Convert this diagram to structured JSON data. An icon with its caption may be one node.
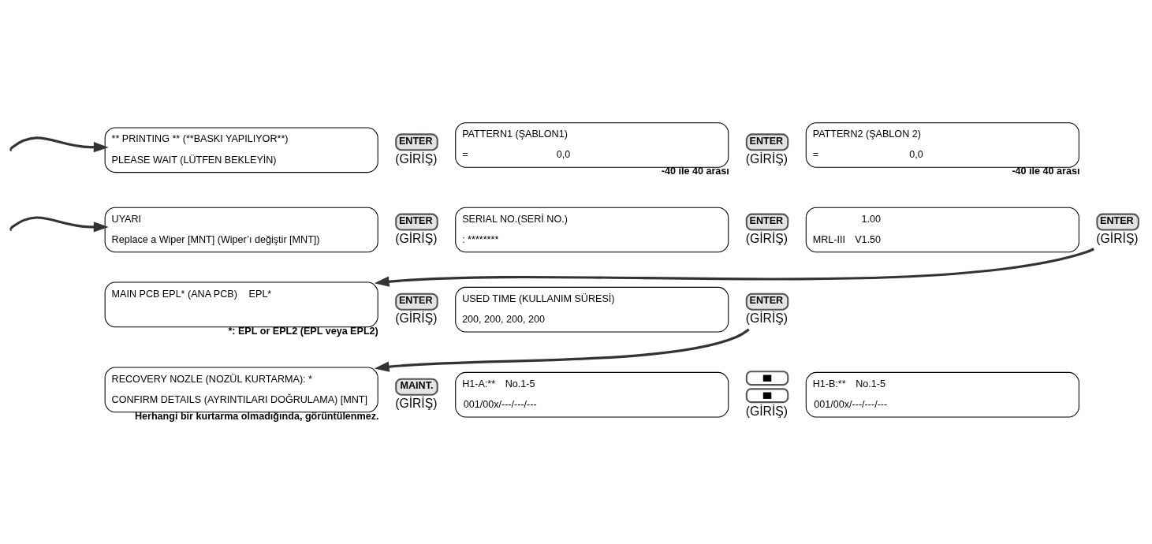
{
  "diagram": {
    "nodes": [
      {
        "text": [
          "** PRINTING ** (**BASKI YAPILIYOR**)",
          "PLEASE WAIT (LÜTFEN BEKLEYİN)"
        ]
      },
      {
        "text": [
          "ENTER",
          "(GİRİŞ)"
        ]
      },
      {
        "text": [
          "PATTERN1 (ŞABLON1)",
          "=",
          "0,0"
        ],
        "beside": [
          "-40 ile 40 arası"
        ]
      },
      {
        "text": [
          "ENTER",
          "(GİRİŞ)"
        ]
      },
      {
        "text": [
          "PATTERN2 (ŞABLON 2)",
          "=",
          "0,0"
        ],
        "beside": [
          "-40 ile 40 arası"
        ]
      },
      {
        "text": [
          "UYARI",
          "Replace a Wiper [MNT] (Wiper’ı değiştir [MNT])"
        ]
      },
      {
        "text": [
          "ENTER",
          "(GİRİŞ)"
        ]
      },
      {
        "text": [
          "SERIAL NO.(SERİ NO.)",
          ": ********"
        ]
      },
      {
        "text": [
          "ENTER",
          "(GİRİŞ)"
        ]
      },
      {
        "text": [
          "1.00",
          "MRL-III",
          "V1.50"
        ]
      },
      {
        "text": [
          "ENTER",
          "(GİRİŞ)"
        ]
      },
      {
        "text": [
          "MAIN PCB EPL* (ANA PCB)",
          "EPL*"
        ],
        "beside": [
          "*: EPL or EPL2 (EPL veya EPL2)"
        ]
      },
      {
        "text": [
          "ENTER",
          "(GİRİŞ)"
        ]
      },
      {
        "text": [
          "USED TIME (KULLANIM SÜRESİ)",
          "200, 200, 200, 200"
        ]
      },
      {
        "text": [
          "ENTER",
          "(GİRİŞ)"
        ]
      },
      {
        "text": [
          "RECOVERY NOZLE (NOZÜL KURTARMA): *",
          "CONFIRM DETAILS (AYRINTILARI DOĞRULAMA) [MNT]"
        ],
        "beside": [
          "Herhangi bir kurtarma olmadığında, görüntülenmez."
        ]
      },
      {
        "text": [
          "MAINT.",
          "(GİRİŞ)"
        ]
      },
      {
        "text": [
          "H1-A:**",
          "No.1-5",
          "001/00x/---/---/---"
        ]
      },
      {
        "text": [
          "(GİRİŞ)"
        ]
      },
      {
        "text": [
          "H1-B:**",
          "No.1-5",
          "001/00x/---/---/---"
        ]
      }
    ],
    "edges": [
      {
        "from": null,
        "to": 0,
        "arrow": "to"
      },
      {
        "from": null,
        "to": 5,
        "arrow": "to"
      },
      {
        "from": 10,
        "to": 11,
        "arrow": "to"
      },
      {
        "from": 14,
        "to": 15,
        "arrow": "to"
      }
    ]
  }
}
